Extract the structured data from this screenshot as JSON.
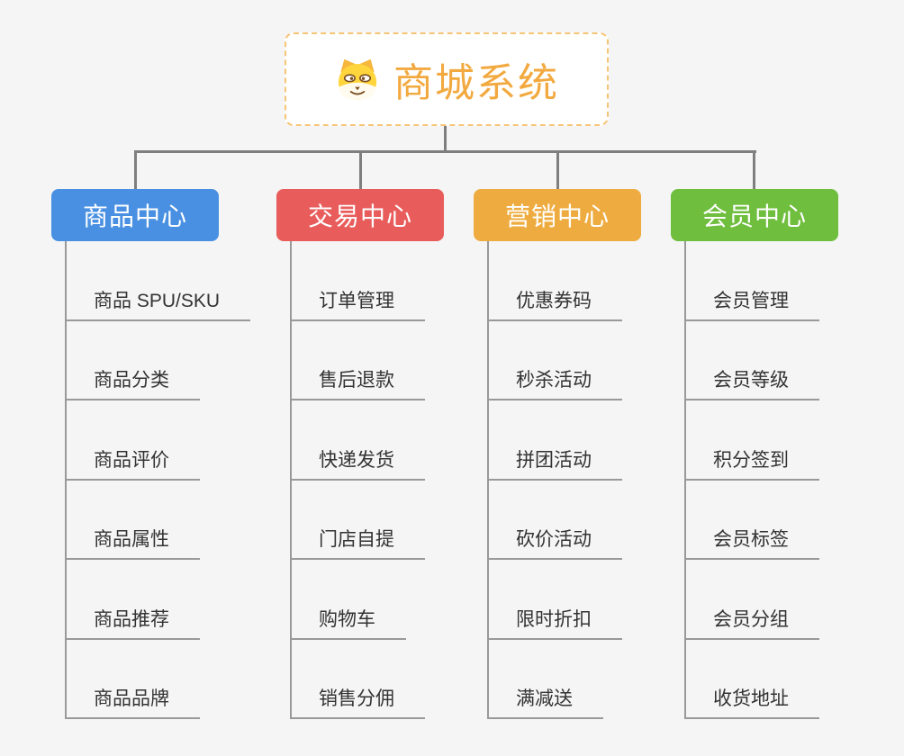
{
  "root": {
    "title": "商城系统",
    "icon": "shiba-dog-icon"
  },
  "branches": [
    {
      "label": "商品中心",
      "color": "#4A90E2",
      "items": [
        "商品 SPU/SKU",
        "商品分类",
        "商品评价",
        "商品属性",
        "商品推荐",
        "商品品牌"
      ]
    },
    {
      "label": "交易中心",
      "color": "#E85D5B",
      "items": [
        "订单管理",
        "售后退款",
        "快递发货",
        "门店自提",
        "购物车",
        "销售分佣"
      ]
    },
    {
      "label": "营销中心",
      "color": "#EEAC40",
      "items": [
        "优惠券码",
        "秒杀活动",
        "拼团活动",
        "砍价活动",
        "限时折扣",
        "满减送"
      ]
    },
    {
      "label": "会员中心",
      "color": "#6FBE3E",
      "items": [
        "会员管理",
        "会员等级",
        "积分签到",
        "会员标签",
        "会员分组",
        "收货地址"
      ]
    }
  ],
  "styles": {
    "background": "#F5F5F5",
    "connector_color": "#7F7F7F",
    "leaf_line_color": "#999999",
    "leaf_text_color": "#333333",
    "root_border_color": "#F7C577",
    "root_title_color": "#F2A93F"
  }
}
